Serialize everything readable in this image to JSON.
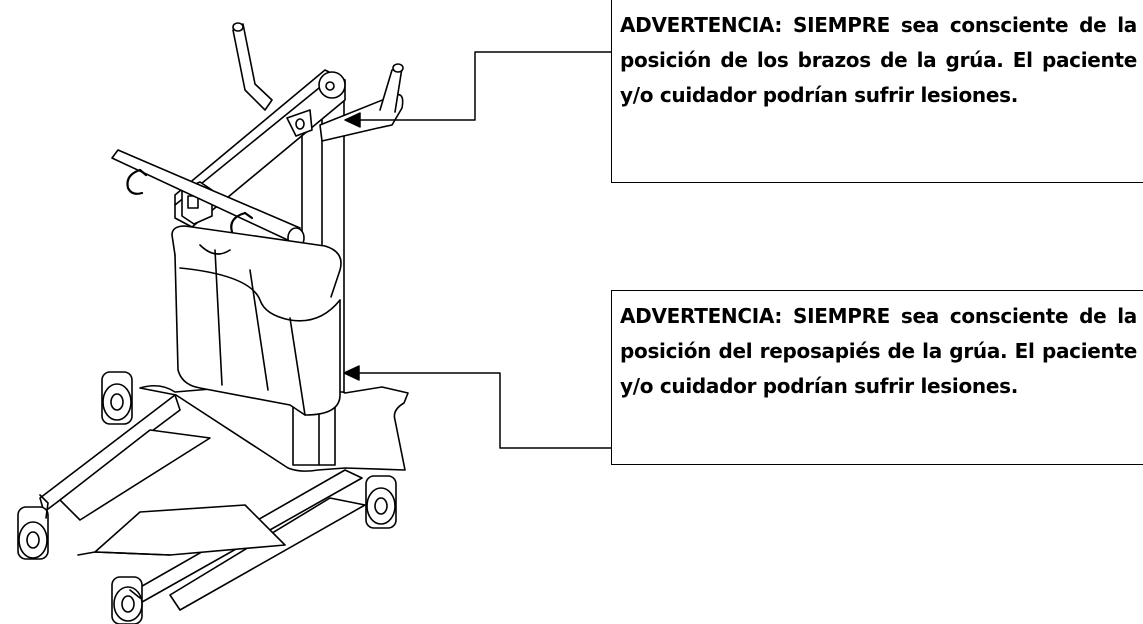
{
  "callouts": [
    {
      "id": "arms",
      "text": "ADVERTENCIA: SIEMPRE sea consciente de la posición de los brazos de la grúa. El paciente y/o cuidador podrían sufrir lesiones."
    },
    {
      "id": "footrest",
      "text": "ADVERTENCIA: SIEMPRE sea consciente de la posición del reposapiés de la grúa. El paciente y/o cuidador podrían sufrir lesiones."
    }
  ]
}
